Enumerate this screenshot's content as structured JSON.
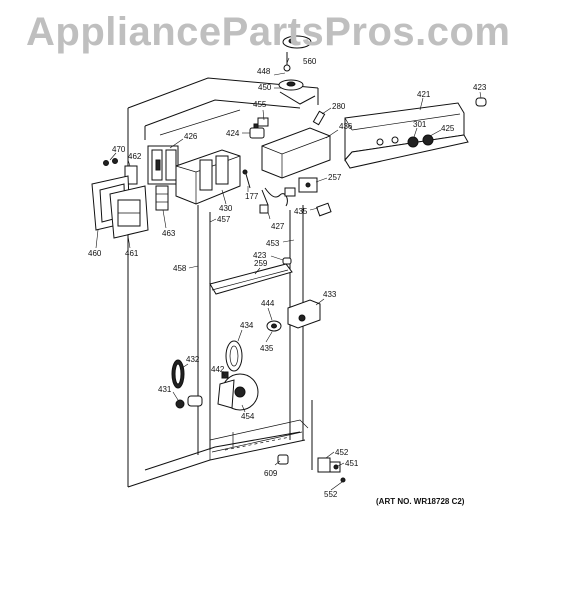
{
  "watermark": "AppliancePartsPros.com",
  "art_number": "(ART NO. WR18728 C2)",
  "callouts": [
    {
      "id": "560",
      "text": "560"
    },
    {
      "id": "448",
      "text": "448"
    },
    {
      "id": "450",
      "text": "450"
    },
    {
      "id": "455",
      "text": "455"
    },
    {
      "id": "280",
      "text": "280"
    },
    {
      "id": "421",
      "text": "421"
    },
    {
      "id": "423a",
      "text": "423"
    },
    {
      "id": "436",
      "text": "436"
    },
    {
      "id": "301",
      "text": "301"
    },
    {
      "id": "425",
      "text": "425"
    },
    {
      "id": "424",
      "text": "424"
    },
    {
      "id": "426",
      "text": "426"
    },
    {
      "id": "470",
      "text": "470"
    },
    {
      "id": "462",
      "text": "462"
    },
    {
      "id": "257",
      "text": "257"
    },
    {
      "id": "177",
      "text": "177"
    },
    {
      "id": "430",
      "text": "430"
    },
    {
      "id": "457",
      "text": "457"
    },
    {
      "id": "427",
      "text": "427"
    },
    {
      "id": "435a",
      "text": "435"
    },
    {
      "id": "463",
      "text": "463"
    },
    {
      "id": "460",
      "text": "460"
    },
    {
      "id": "461",
      "text": "461"
    },
    {
      "id": "453",
      "text": "453"
    },
    {
      "id": "423b",
      "text": "423"
    },
    {
      "id": "458",
      "text": "458"
    },
    {
      "id": "259",
      "text": "259"
    },
    {
      "id": "433",
      "text": "433"
    },
    {
      "id": "444",
      "text": "444"
    },
    {
      "id": "434",
      "text": "434"
    },
    {
      "id": "435b",
      "text": "435"
    },
    {
      "id": "432",
      "text": "432"
    },
    {
      "id": "442",
      "text": "442"
    },
    {
      "id": "431",
      "text": "431"
    },
    {
      "id": "454",
      "text": "454"
    },
    {
      "id": "452",
      "text": "452"
    },
    {
      "id": "451",
      "text": "451"
    },
    {
      "id": "609",
      "text": "609"
    },
    {
      "id": "552",
      "text": "552"
    }
  ]
}
